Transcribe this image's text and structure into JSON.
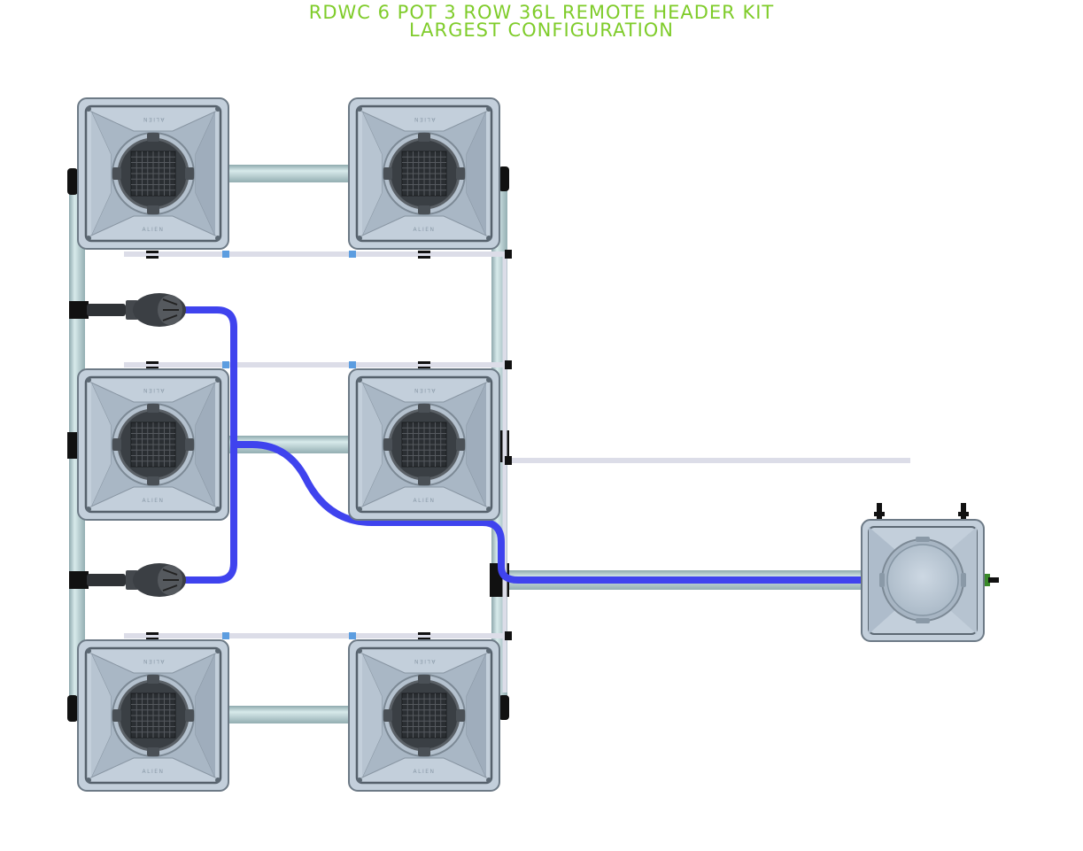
{
  "title": {
    "line1": "RDWC 6 POT 3 ROW 36L REMOTE HEADER KIT",
    "line2": "LARGEST CONFIGURATION"
  },
  "pot_logo_text": "ALIEN",
  "colors": {
    "title": "#7fcc2a",
    "pot_body": "#c3cfdb",
    "pot_shadow": "#a7b5c3",
    "pipe": "#b8cfd2",
    "pipe_edge": "#8ea9ad",
    "hose": "#3f43ee",
    "line": "#dcdde8",
    "fitting_blue": "#5c9de0",
    "fitting_black": "#111111",
    "basket": "#3a3f44"
  }
}
